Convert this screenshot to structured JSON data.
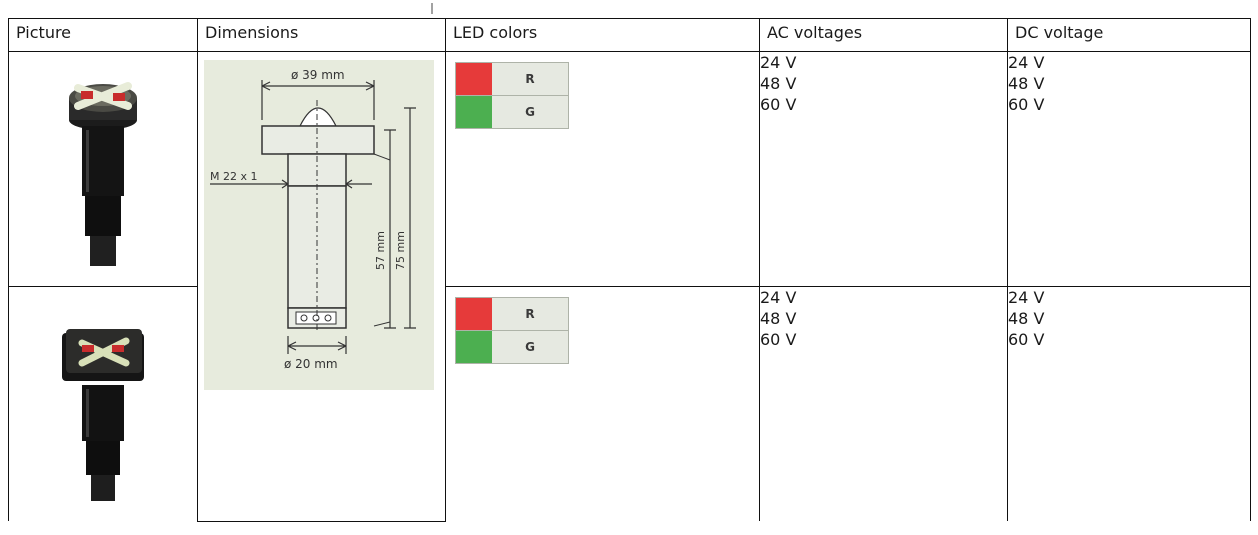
{
  "table": {
    "headers": [
      "Picture",
      "Dimensions",
      "LED colors",
      "AC voltages",
      "DC voltage"
    ],
    "rows": [
      {
        "picture_icon": "round-cross-indicator-lamp-icon",
        "leds": [
          {
            "letter": "R",
            "color": "#e63a3a"
          },
          {
            "letter": "G",
            "color": "#4caf50"
          }
        ],
        "ac": [
          "24 V",
          "48 V",
          "60 V"
        ],
        "dc": [
          "24 V",
          "48 V",
          "60 V"
        ]
      },
      {
        "picture_icon": "square-cross-indicator-lamp-icon",
        "leds": [
          {
            "letter": "R",
            "color": "#e63a3a"
          },
          {
            "letter": "G",
            "color": "#4caf50"
          }
        ],
        "ac": [
          "24 V",
          "48 V",
          "60 V"
        ],
        "dc": [
          "24 V",
          "48 V",
          "60 V"
        ]
      }
    ],
    "dimensions": {
      "top_diameter": "ø 39 mm",
      "thread": "M 22 x 1",
      "body_length": "57 mm",
      "total_length": "75 mm",
      "bottom_diameter": "ø 20 mm"
    }
  }
}
